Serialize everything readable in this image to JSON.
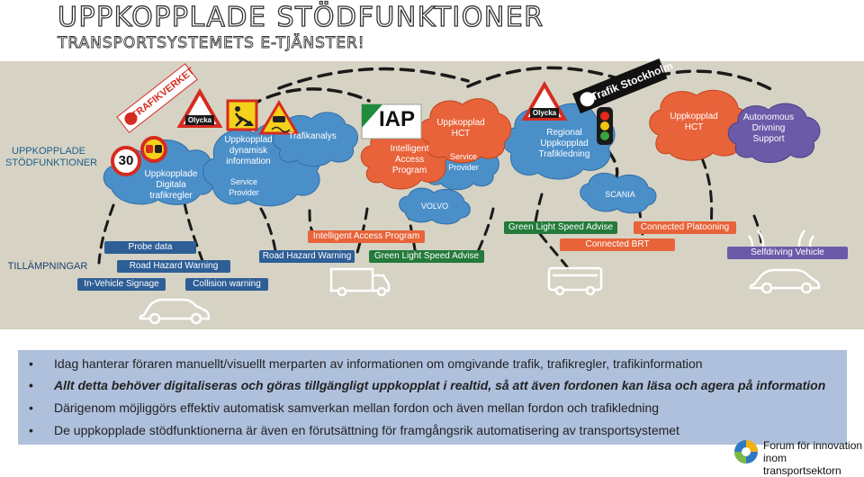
{
  "header": {
    "title": "UPPKOPPLADE STÖDFUNKTIONER",
    "subtitle": "TRANSPORTSYSTEMETS E-TJÄNSTER!"
  },
  "row_labels": {
    "top": "UPPKOPPLADE STÖDFUNKTIONER",
    "bottom": "TILLÄMPNINGAR"
  },
  "signs": {
    "speed_limit": "30",
    "olycka_1": "Olycka",
    "olycka_2": "Olycka",
    "trafikverket": "TRAFIKVERKET",
    "trafik_stockholm": "Trafik Stockholm",
    "iap_logo": "IAP"
  },
  "clouds": {
    "digitala_trafikregler": "Uppkopplade Digitala trafikregler",
    "dynamisk_information": "Uppkopplad dynamisk information",
    "service_provider_1": "Service Provider",
    "trafikanalys": "Trafikanalys",
    "intelligent_access_program": "Intelligent Access Program",
    "uppkopplad_hct_1": "Uppkopplad HCT",
    "service_provider_2": "Service Provider",
    "volvo": "VOLVO",
    "regional_trafikledning": "Regional Uppkopplad Trafikledning",
    "scania": "SCANIA",
    "uppkopplad_hct_2": "Uppkopplad HCT",
    "autonomous_support": "Autonomous Drivning Support"
  },
  "applications": {
    "probe_data": "Probe data",
    "road_hazard_warning_1": "Road Hazard Warning",
    "in_vehicle_signage": "In-Vehicle Signage",
    "collision_warning": "Collision warning",
    "intelligent_access_program": "Intelligent Access Program",
    "road_hazard_warning_2": "Road Hazard Warning",
    "green_light_speed_advise_1": "Green Light Speed Advise",
    "green_light_speed_advise_2": "Green Light Speed Advise",
    "connected_platooning": "Connected Platooning",
    "connected_brt": "Connected BRT",
    "selfdriving_vehicle": "Selfdriving  Vehicle"
  },
  "bullets": [
    "Idag hanterar föraren manuellt/visuellt merparten av informationen om omgivande trafik, trafikregler, trafikinformation",
    "Allt detta behöver digitaliseras och göras tillgängligt uppkopplat i realtid, så att även fordonen kan läsa och agera på information",
    "Därigenom möjliggörs effektiv automatisk samverkan mellan fordon och även mellan fordon och trafikledning",
    "De uppkopplade stödfunktionerna är även en förutsättning för framgångsrik automatisering av transportsystemet"
  ],
  "footer_logo": {
    "line1": "Forum för innovation",
    "line2": "inom transportsektorn"
  },
  "colors": {
    "blue_cloud": "#4b8fc9",
    "orange_cloud": "#e8633a",
    "purple_cloud": "#6b5aa8",
    "green_pill": "#237a3a",
    "blue_pill": "#2e5e96",
    "panel_bg": "#d6d3c4",
    "bullet_bg": "#aec0dc"
  }
}
